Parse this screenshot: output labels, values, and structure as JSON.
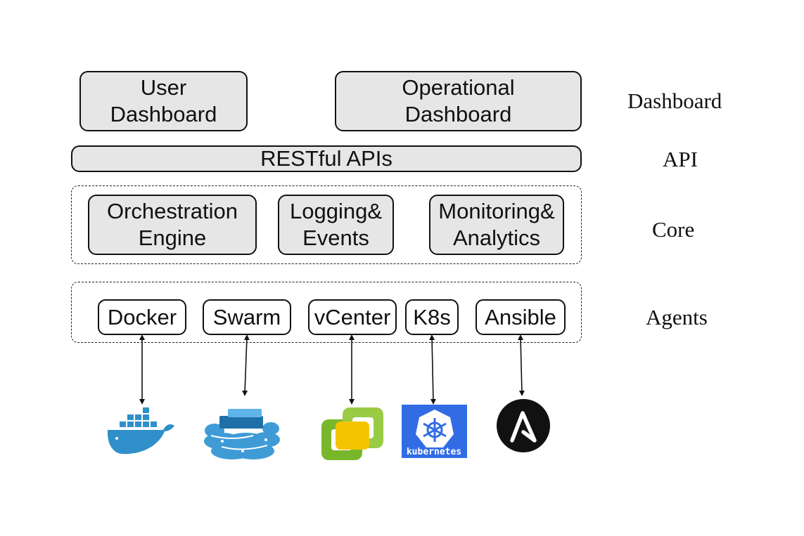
{
  "dashboard": {
    "user_dashboard": "User\nDashboard",
    "operational_dashboard": "Operational\nDashboard"
  },
  "api": {
    "restful_apis": "RESTful APIs"
  },
  "core": {
    "orchestration_engine": "Orchestration\nEngine",
    "logging_events": "Logging&\nEvents",
    "monitoring_analytics": "Monitoring&\nAnalytics"
  },
  "agents": {
    "docker": "Docker",
    "swarm": "Swarm",
    "vcenter": "vCenter",
    "k8s": "K8s",
    "ansible": "Ansible"
  },
  "layers": {
    "dashboard": "Dashboard",
    "api": "API",
    "core": "Core",
    "agents": "Agents"
  },
  "logos": {
    "docker": "docker-whale-icon",
    "swarm": "docker-swarm-icon",
    "vcenter": "vmware-vcenter-icon",
    "kubernetes": "kubernetes-icon",
    "ansible": "ansible-icon",
    "kubernetes_wordmark": "kubernetes"
  },
  "colors": {
    "box_fill": "#e6e6e6",
    "docker_blue": "#2f8fc9",
    "vcenter_green": "#78b72a",
    "vcenter_yellow": "#f5c400",
    "k8s_blue": "#326ce5",
    "ansible_black": "#111111"
  }
}
